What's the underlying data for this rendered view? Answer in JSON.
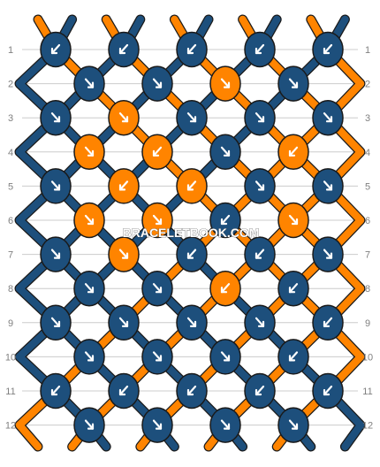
{
  "colors": {
    "A": "#ff8400",
    "B": "#1d4f7c",
    "outline": "#1a1a1a",
    "gridline": "#cccccc"
  },
  "watermark": "BRACELETBOOK.COM",
  "top_strands": [
    "A",
    "B",
    "A",
    "B",
    "A",
    "B",
    "A",
    "B",
    "A",
    "B"
  ],
  "bottom_strands": [
    "A",
    "B",
    "B",
    "A",
    "A",
    "B",
    "A",
    "B",
    "B",
    "A"
  ],
  "row_labels": [
    "1",
    "2",
    "3",
    "4",
    "5",
    "6",
    "7",
    "8",
    "9",
    "10",
    "11",
    "12"
  ],
  "knot_rows": [
    [
      {
        "c": "B",
        "d": "bl"
      },
      {
        "c": "B",
        "d": "bl"
      },
      {
        "c": "B",
        "d": "bl"
      },
      {
        "c": "B",
        "d": "bl"
      },
      {
        "c": "B",
        "d": "bl"
      }
    ],
    [
      {
        "c": "B",
        "d": "br"
      },
      {
        "c": "B",
        "d": "br"
      },
      {
        "c": "A",
        "d": "br"
      },
      {
        "c": "B",
        "d": "br"
      }
    ],
    [
      {
        "c": "B",
        "d": "br"
      },
      {
        "c": "A",
        "d": "br"
      },
      {
        "c": "B",
        "d": "br"
      },
      {
        "c": "B",
        "d": "br"
      },
      {
        "c": "B",
        "d": "br"
      }
    ],
    [
      {
        "c": "A",
        "d": "br"
      },
      {
        "c": "A",
        "d": "bl"
      },
      {
        "c": "B",
        "d": "br"
      },
      {
        "c": "A",
        "d": "bl"
      }
    ],
    [
      {
        "c": "B",
        "d": "br"
      },
      {
        "c": "A",
        "d": "bl"
      },
      {
        "c": "A",
        "d": "bl"
      },
      {
        "c": "B",
        "d": "br"
      },
      {
        "c": "B",
        "d": "br"
      }
    ],
    [
      {
        "c": "A",
        "d": "br"
      },
      {
        "c": "A",
        "d": "br"
      },
      {
        "c": "B",
        "d": "bl"
      },
      {
        "c": "A",
        "d": "br"
      }
    ],
    [
      {
        "c": "B",
        "d": "br"
      },
      {
        "c": "A",
        "d": "br"
      },
      {
        "c": "B",
        "d": "bl"
      },
      {
        "c": "B",
        "d": "bl"
      },
      {
        "c": "B",
        "d": "br"
      }
    ],
    [
      {
        "c": "B",
        "d": "br"
      },
      {
        "c": "B",
        "d": "br"
      },
      {
        "c": "A",
        "d": "bl"
      },
      {
        "c": "B",
        "d": "bl"
      }
    ],
    [
      {
        "c": "B",
        "d": "br"
      },
      {
        "c": "B",
        "d": "br"
      },
      {
        "c": "B",
        "d": "br"
      },
      {
        "c": "B",
        "d": "br"
      },
      {
        "c": "B",
        "d": "bl"
      }
    ],
    [
      {
        "c": "B",
        "d": "br"
      },
      {
        "c": "B",
        "d": "br"
      },
      {
        "c": "B",
        "d": "br"
      },
      {
        "c": "B",
        "d": "bl"
      }
    ],
    [
      {
        "c": "B",
        "d": "bl"
      },
      {
        "c": "B",
        "d": "bl"
      },
      {
        "c": "B",
        "d": "bl"
      },
      {
        "c": "B",
        "d": "bl"
      },
      {
        "c": "B",
        "d": "bl"
      }
    ],
    [
      {
        "c": "B",
        "d": "br"
      },
      {
        "c": "B",
        "d": "br"
      },
      {
        "c": "B",
        "d": "br"
      },
      {
        "c": "B",
        "d": "br"
      }
    ]
  ]
}
